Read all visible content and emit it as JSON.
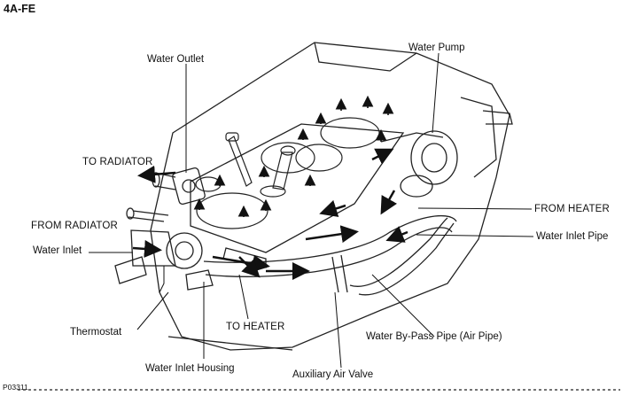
{
  "header": {
    "engine": "4A-FE"
  },
  "figure_code": "P03311",
  "labels": {
    "water_outlet": "Water Outlet",
    "water_pump": "Water Pump",
    "to_radiator": "TO RADIATOR",
    "from_radiator": "FROM RADIATOR",
    "water_inlet": "Water Inlet",
    "from_heater": "FROM HEATER",
    "water_inlet_pipe": "Water Inlet Pipe",
    "thermostat": "Thermostat",
    "to_heater": "TO HEATER",
    "water_bypass_pipe": "Water By-Pass Pipe (Air Pipe)",
    "water_inlet_housing": "Water Inlet Housing",
    "auxiliary_air_valve": "Auxiliary Air Valve"
  }
}
